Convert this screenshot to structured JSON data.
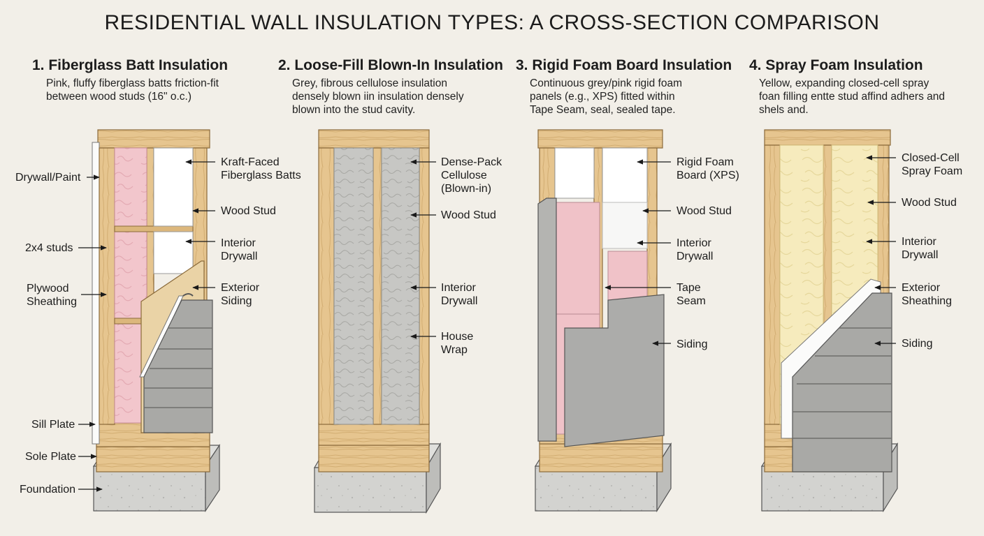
{
  "title": "RESIDENTIAL WALL INSULATION TYPES: A CROSS-SECTION COMPARISON",
  "panels": [
    {
      "heading": "1. Fiberglass Batt Insulation",
      "desc": "Pink, fluffy fiberglass batts friction-fit\nbetween wood studs (16\" o.c.)",
      "labels_left": [
        "Drywall/Paint",
        "2x4 studs",
        "Plywood\nSheathing",
        "Sill Plate",
        "Sole Plate",
        "Foundation"
      ],
      "labels_right": [
        "Kraft-Faced\nFiberglass Batts",
        "Wood Stud",
        "Interior\nDrywall",
        "Exterior\nSiding"
      ]
    },
    {
      "heading": "2. Loose-Fill Blown-In Insulation",
      "desc": "Grey, fibrous cellulose insulation\ndensely blown iin insulation densely\nblown into the stud cavity.",
      "labels_right": [
        "Dense-Pack\nCellulose\n(Blown-in)",
        "Wood Stud",
        "Interior\nDrywall",
        "House\nWrap"
      ]
    },
    {
      "heading": "3. Rigid Foam Board Insulation",
      "desc": "Continuous grey/pink rigid foam\npanels (e.g., XPS) fitted within\nTape Seam, seal, sealed tape.",
      "labels_right": [
        "Rigid Foam\nBoard (XPS)",
        "Wood Stud",
        "Interior\nDrywall",
        "Tape\nSeam",
        "Siding"
      ]
    },
    {
      "heading": "4. Spray Foam Insulation",
      "desc": "Yellow, expanding closed-cell spray\nfoan filling entte stud affind adhers and\nshels and.",
      "labels_right": [
        "Closed-Cell\nSpray Foam",
        "Wood Stud",
        "Interior\nDrywall",
        "Exterior\nSheathing",
        "Siding"
      ]
    }
  ],
  "colors": {
    "background": "#f2efe8",
    "wood": "#e6c58f",
    "fiberglass": "#f2c6cc",
    "cellulose": "#c7c7c4",
    "rigid_foam": "#f0c2c8",
    "spray_foam": "#f6ebbd",
    "siding": "#a9a9a6",
    "concrete": "#d3d3d0"
  }
}
